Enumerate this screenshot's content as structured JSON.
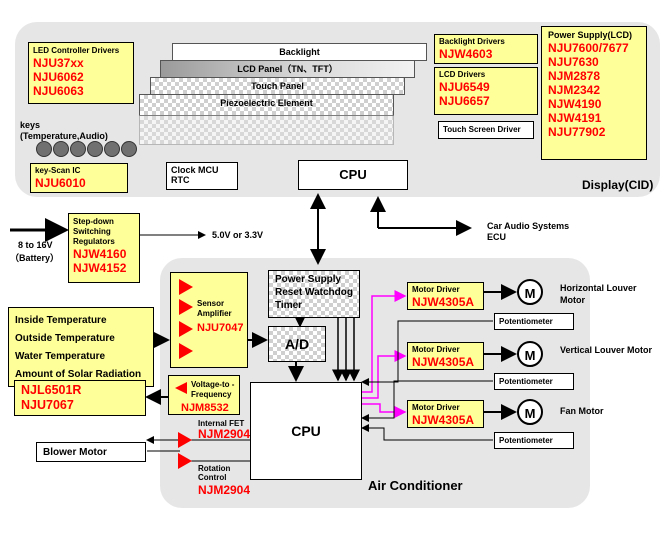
{
  "display_section": {
    "title": "Display(CID)",
    "led_drivers": {
      "title": "LED Controller Drivers",
      "parts": [
        "NJU37xx",
        "NJU6062",
        "NJU6063"
      ]
    },
    "layers": [
      "Backlight",
      "LCD Panel（TN、TFT）",
      "Touch Panel",
      "Piezoelectric Element"
    ],
    "backlight_drivers": {
      "title": "Backlight Drivers",
      "part": "NJW4603"
    },
    "lcd_drivers": {
      "title": "LCD Drivers",
      "parts": [
        "NJU6549",
        "NJU6657"
      ]
    },
    "touch_driver": "Touch Screen Driver",
    "power_supply": {
      "title": "Power Supply(LCD)",
      "parts": [
        "NJU7600/7677",
        "NJU7630",
        "NJM2878",
        "NJM2342",
        "NJW4190",
        "NJW4191",
        "NJU77902"
      ]
    },
    "keys_label": "keys (Temperature,Audio)",
    "keyscan": {
      "title": "key-Scan IC",
      "part": "NJU6010"
    },
    "clock": "Clock MCU RTC",
    "cpu": "CPU"
  },
  "external": {
    "car_audio": "Car Audio Systems",
    "ecu": "ECU",
    "battery_in": "8 to 16V",
    "battery": "（Battery）",
    "output_voltage": "5.0V or 3.3V",
    "step_down": {
      "title": "Step-down Switching Regulators",
      "parts": [
        "NJW4160",
        "NJW4152"
      ]
    }
  },
  "air_conditioner": {
    "title": "Air Conditioner",
    "sensors": [
      "Inside Temperature",
      "Outside Temperature",
      "Water Temperature",
      "Amount of Solar Radiation"
    ],
    "sensor_parts": [
      "NJL6501R",
      "NJU7067"
    ],
    "sensor_amp": {
      "title": "Sensor Amplifier",
      "part": "NJU7047"
    },
    "v_to_f": {
      "title": "Voltage-to -Frequency",
      "part": "NJM8532"
    },
    "power_block": "Power Supply Reset Watchdog Timer",
    "ad": "A/D",
    "cpu": "CPU",
    "internal_fet": {
      "title": "Internal FET",
      "part": "NJM2904"
    },
    "rotation_control": {
      "title": "Rotation Control",
      "part": "NJM2904"
    },
    "blower_motor": "Blower Motor",
    "motor_drivers": [
      {
        "title": "Motor Driver",
        "part": "NJW4305A",
        "motor": "Horizontal Louver Motor"
      },
      {
        "title": "Motor Driver",
        "part": "NJW4305A",
        "motor": "Vertical Louver Motor"
      },
      {
        "title": "Motor Driver",
        "part": "NJW4305A",
        "motor": "Fan Motor"
      }
    ],
    "potentiometer": "Potentiometer",
    "motor_symbol": "M"
  },
  "colors": {
    "panel": "#e6e6e6",
    "chip_box": "#ffff99",
    "part_text": "#ff0000",
    "magenta_line": "#ff00ff"
  }
}
